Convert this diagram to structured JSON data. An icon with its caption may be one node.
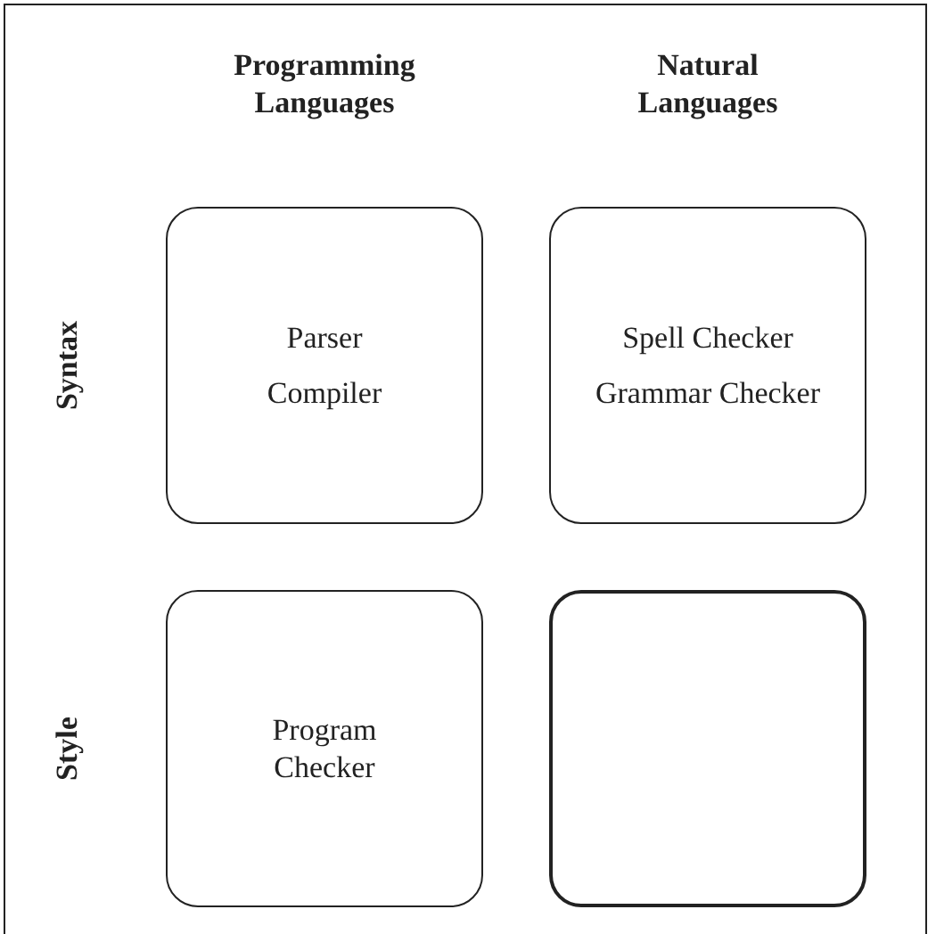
{
  "diagram": {
    "nodes": [
      {
        "text": [
          "Parser",
          "Compiler"
        ]
      },
      {
        "text": [
          "Spell Checker",
          "Grammar Checker"
        ]
      },
      {
        "text": [
          "Program Checker"
        ]
      },
      {
        "text": [],
        "shape": "box"
      }
    ],
    "labels": [
      "Programming Languages",
      "Natural Languages",
      "Syntax",
      "Style"
    ]
  }
}
